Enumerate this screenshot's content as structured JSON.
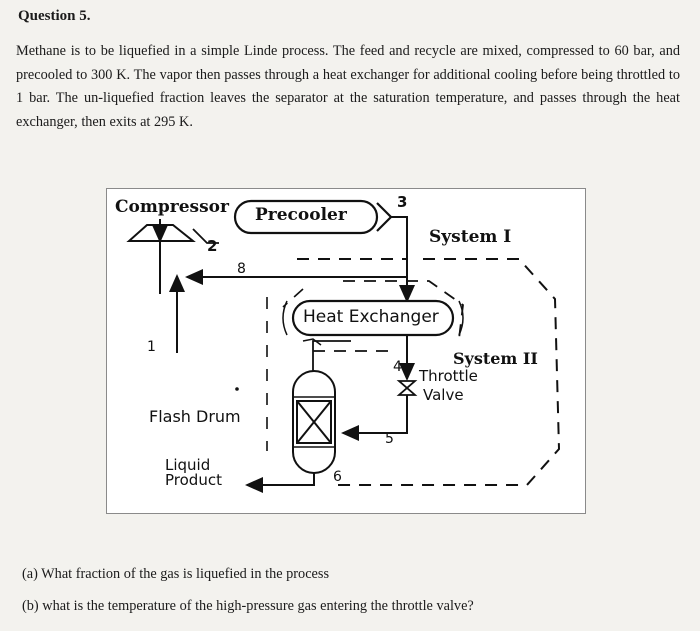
{
  "question_title": "Question 5.",
  "problem_text": "Methane is to be liquefied in a simple Linde process. The feed and recycle are mixed, compressed to 60 bar, and precooled to 300 K. The vapor then passes through a heat exchanger for additional cooling before being throttled to 1 bar. The un-liquefied fraction leaves the separator at the saturation temperature, and passes through the heat exchanger, then exits at 295 K.",
  "figure": {
    "compressor": "Compressor",
    "precooler": "Precooler",
    "heat_exchanger": "Heat Exchanger",
    "system_1": "System I",
    "system_2": "System II",
    "throttle_1": "Throttle",
    "throttle_2": "Valve",
    "flash_drum": "Flash Drum",
    "liquid_1": "Liquid",
    "liquid_2": "Product",
    "stream_1": "1",
    "stream_2": "2",
    "stream_3": "3",
    "stream_4": "4",
    "stream_5": "5",
    "stream_6": "6",
    "stream_8": "8"
  },
  "parts": {
    "a": "(a) What fraction of the gas is liquefied in the process",
    "b": "(b) what is the temperature of the high-pressure gas entering the throttle valve?"
  }
}
